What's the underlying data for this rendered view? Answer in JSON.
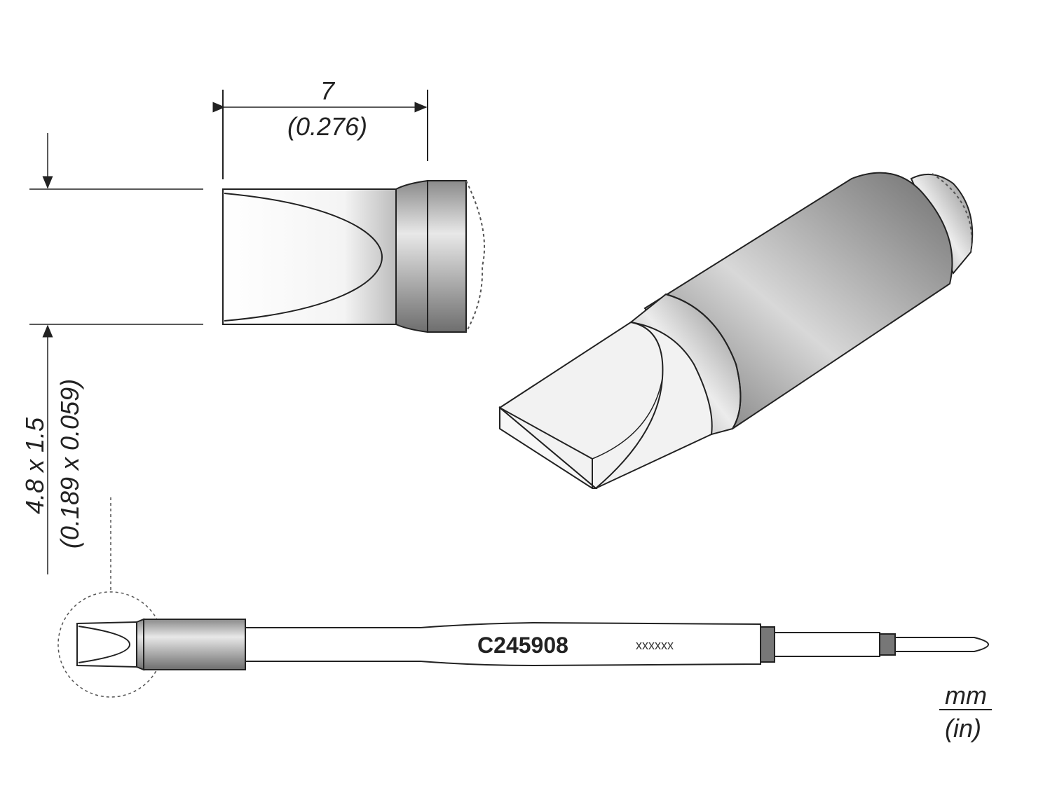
{
  "dimensions": {
    "length_mm": "7",
    "length_in": "(0.276)",
    "tip_mm": "4.8 x 1.5",
    "tip_in": "(0.189 x 0.059)"
  },
  "part": {
    "code": "C245908",
    "marking": "xxxxxx"
  },
  "units": {
    "primary": "mm",
    "secondary": "(in)"
  }
}
